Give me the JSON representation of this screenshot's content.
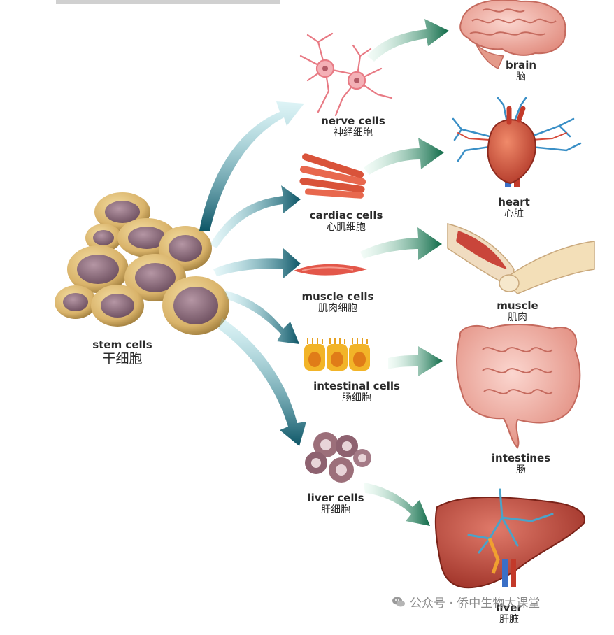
{
  "source": {
    "en": "stem cells",
    "zh": "干细胞"
  },
  "cell_types": [
    {
      "id": "nerve",
      "en": "nerve cells",
      "zh": "神经细胞",
      "organ": {
        "en": "brain",
        "zh": "脑"
      }
    },
    {
      "id": "cardiac",
      "en": "cardiac cells",
      "zh": "心肌细胞",
      "organ": {
        "en": "heart",
        "zh": "心脏"
      }
    },
    {
      "id": "muscle",
      "en": "muscle cells",
      "zh": "肌肉细胞",
      "organ": {
        "en": "muscle",
        "zh": "肌肉"
      }
    },
    {
      "id": "intestinal",
      "en": "intestinal cells",
      "zh": "肠细胞",
      "organ": {
        "en": "intestines",
        "zh": "肠"
      }
    },
    {
      "id": "liver",
      "en": "liver cells",
      "zh": "肝细胞",
      "organ": {
        "en": "liver",
        "zh": "肝脏"
      }
    }
  ],
  "watermark": {
    "icon": "wechat-icon",
    "text": "公众号 · 侨中生物大课堂"
  },
  "colors": {
    "arrow_blue_dark": "#0d5566",
    "arrow_blue_light": "#8fd8e0",
    "arrow_green_dark": "#0f6a48",
    "arrow_green_light": "#c8f0dc",
    "stem_cell_outer": "#d9b36a",
    "stem_cell_nucleus": "#8e6d7e"
  }
}
